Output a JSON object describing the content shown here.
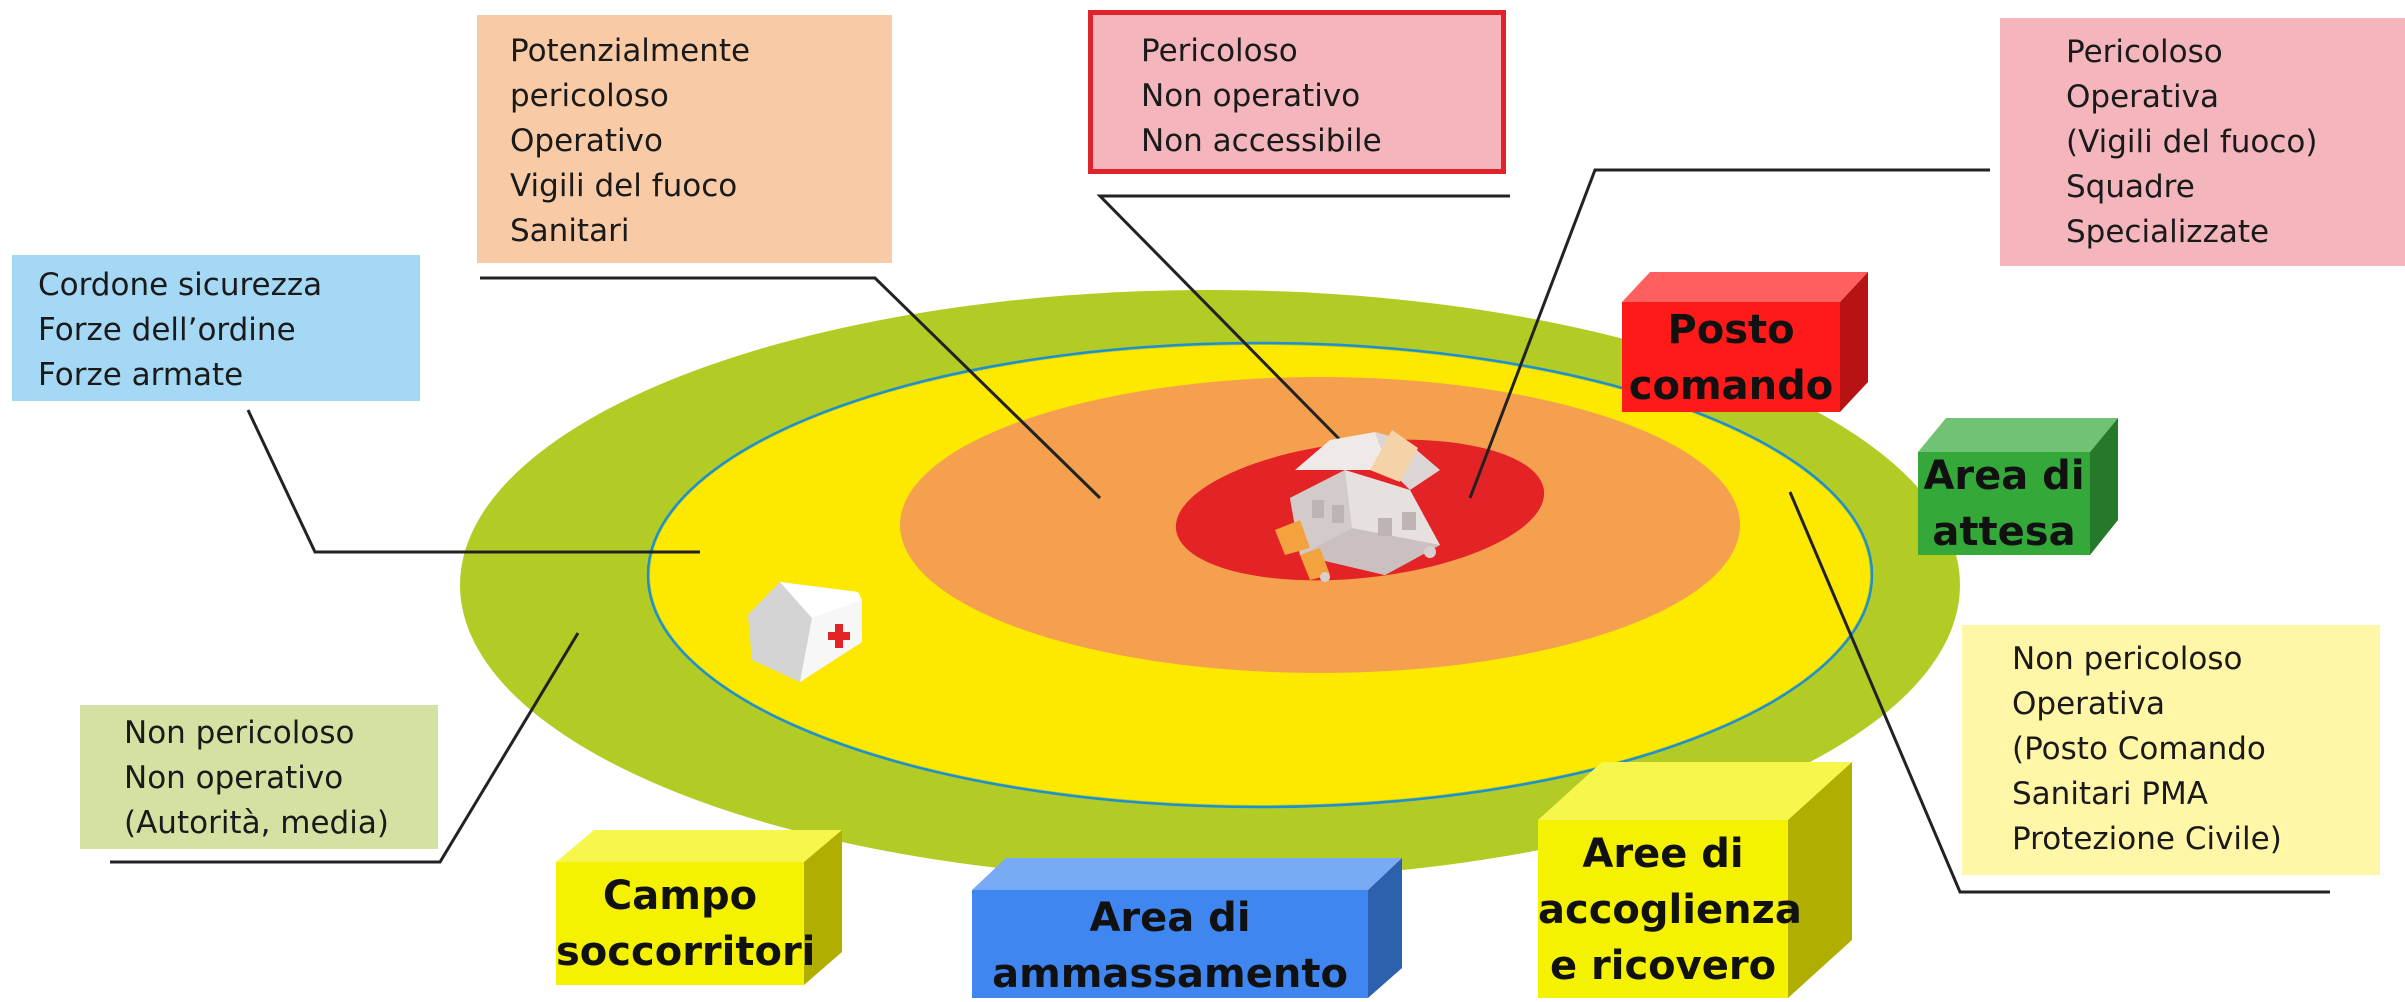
{
  "notes": {
    "cordon": {
      "lines": [
        "Cordone sicurezza",
        "Forze dell’ordine",
        "Forze armate"
      ],
      "color": "#a5d8f5"
    },
    "orange_zone": {
      "lines": [
        "Potenzialmente",
        "pericoloso",
        "Operativo",
        "Vigili del fuoco",
        "Sanitari"
      ],
      "color": "#f8cba6"
    },
    "red_zone": {
      "lines": [
        "Pericoloso",
        "Non operativo",
        "Non accessibile"
      ],
      "color": "#f4b6bc",
      "border": "#e0242c"
    },
    "red_right": {
      "lines": [
        "Pericoloso",
        "Operativa",
        "(Vigili del fuoco)",
        "Squadre",
        "Specializzate"
      ],
      "color": "#f4b6bc"
    },
    "green_outer": {
      "lines": [
        "Non pericoloso",
        "Non operativo",
        "(Autorità, media)"
      ],
      "color": "#d3e1a2"
    },
    "yellow_zone": {
      "lines": [
        "Non pericoloso",
        "Operativa",
        "(Posto Comando",
        "Sanitari PMA",
        "Protezione Civile)"
      ],
      "color": "#fff6a8"
    }
  },
  "blocks": {
    "posto_comando": {
      "lines": [
        "Posto",
        "comando"
      ],
      "color": "#ff1a1a"
    },
    "area_attesa": {
      "lines": [
        "Area di",
        "attesa"
      ],
      "color": "#35a83a"
    },
    "campo_soccorritori": {
      "lines": [
        "Campo",
        "soccorritori"
      ],
      "color": "#f4f200"
    },
    "area_ammassamento": {
      "lines": [
        "Area di",
        "ammassamento"
      ],
      "color": "#3f86f0"
    },
    "aree_accoglienza": {
      "lines": [
        "Aree di",
        "accoglienza",
        "e ricovero"
      ],
      "color": "#f4f200"
    }
  },
  "zones": {
    "outer_green": "#b2cc25",
    "yellow": "#fde800",
    "orange": "#f5a04f",
    "red": "#e42326",
    "cordon_line": "#1f8fd0"
  },
  "icons": [
    "collapsed-building-icon",
    "field-hospital-tent-icon"
  ]
}
